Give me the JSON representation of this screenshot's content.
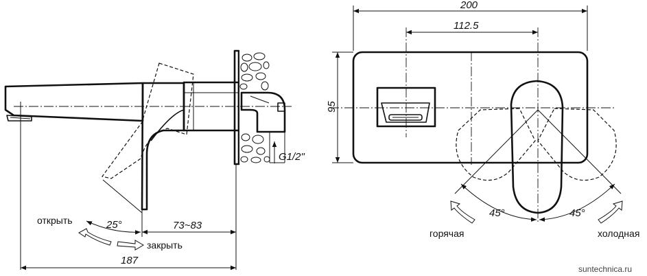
{
  "labels": {
    "dim_200": "200",
    "dim_112_5": "112.5",
    "dim_95": "95",
    "dim_73_83": "73~83",
    "dim_187": "187",
    "angle_25": "25°",
    "angle_45_left": "45°",
    "angle_45_right": "45°",
    "thread": "G1/2\"",
    "open": "открыть",
    "close": "закрыть",
    "hot": "горячая",
    "cold": "холодная",
    "watermark": "suntechnica.ru"
  }
}
